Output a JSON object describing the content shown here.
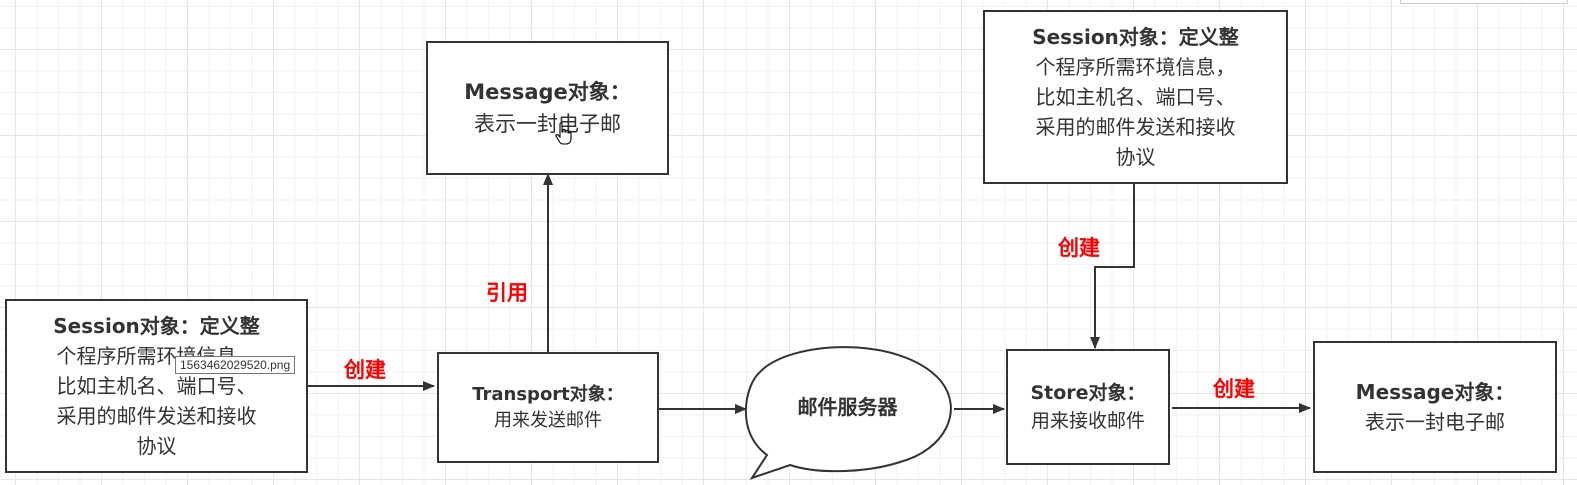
{
  "diagram": {
    "nodes": {
      "session_left": {
        "title": "Session对象：定义整",
        "lines": [
          "个程序所需环境信息，",
          "比如主机名、端口号、",
          "采用的邮件发送和接收",
          "协议"
        ]
      },
      "session_top": {
        "title": "Session对象：定义整",
        "lines": [
          "个程序所需环境信息，",
          "比如主机名、端口号、",
          "采用的邮件发送和接收",
          "协议"
        ]
      },
      "message_top": {
        "title": "Message对象：",
        "sub": "表示一封电子邮"
      },
      "transport": {
        "title": "Transport对象：",
        "sub": "用来发送邮件"
      },
      "mail_server": {
        "label": "邮件服务器"
      },
      "store": {
        "title": "Store对象：",
        "sub": "用来接收邮件"
      },
      "message_right": {
        "title": "Message对象：",
        "sub": "表示一封电子邮"
      }
    },
    "edges": [
      {
        "from": "session_left",
        "to": "transport",
        "label": "创建"
      },
      {
        "from": "transport",
        "to": "message_top",
        "label": "引用"
      },
      {
        "from": "transport",
        "to": "mail_server",
        "label": ""
      },
      {
        "from": "mail_server",
        "to": "store",
        "label": ""
      },
      {
        "from": "session_top",
        "to": "store",
        "label": "创建"
      },
      {
        "from": "store",
        "to": "message_right",
        "label": "创建"
      }
    ],
    "colors": {
      "stroke": "#333333",
      "edge_label": "#ff0000",
      "grid_major": "#e6e6e6",
      "grid_minor": "#f2f2f2"
    }
  },
  "overlay": {
    "tooltip_filename": "1563462029520.png",
    "cursor": "hand-pointer"
  }
}
